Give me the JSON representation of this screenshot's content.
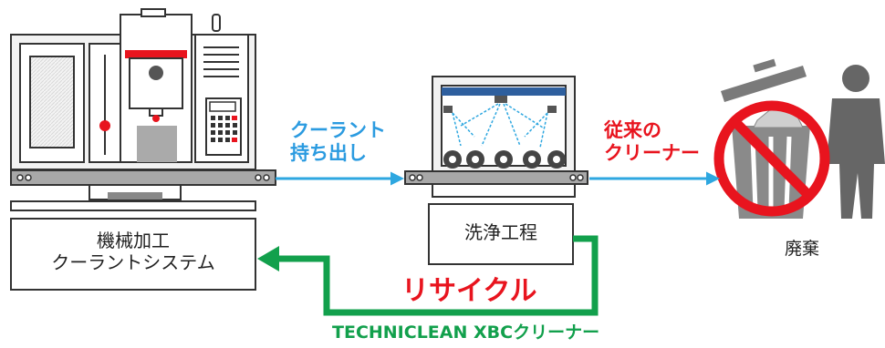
{
  "labels": {
    "coolant_takeout": [
      "クーラント",
      "持ち出し"
    ],
    "conventional_cleaner": [
      "従来の",
      "クリーナー"
    ],
    "machining_system": [
      "機械加工",
      "クーラントシステム"
    ],
    "washing_process": "洗浄工程",
    "disposal": "廃棄",
    "recycle": "リサイクル",
    "product": "TECHNICLEAN XBCクリーナー"
  },
  "colors": {
    "blue_arrow": "#2ea7e0",
    "red_accent": "#e8141e",
    "green_loop": "#12a04c",
    "machine_gray": "#9a9a9a",
    "line_dark": "#333333"
  }
}
